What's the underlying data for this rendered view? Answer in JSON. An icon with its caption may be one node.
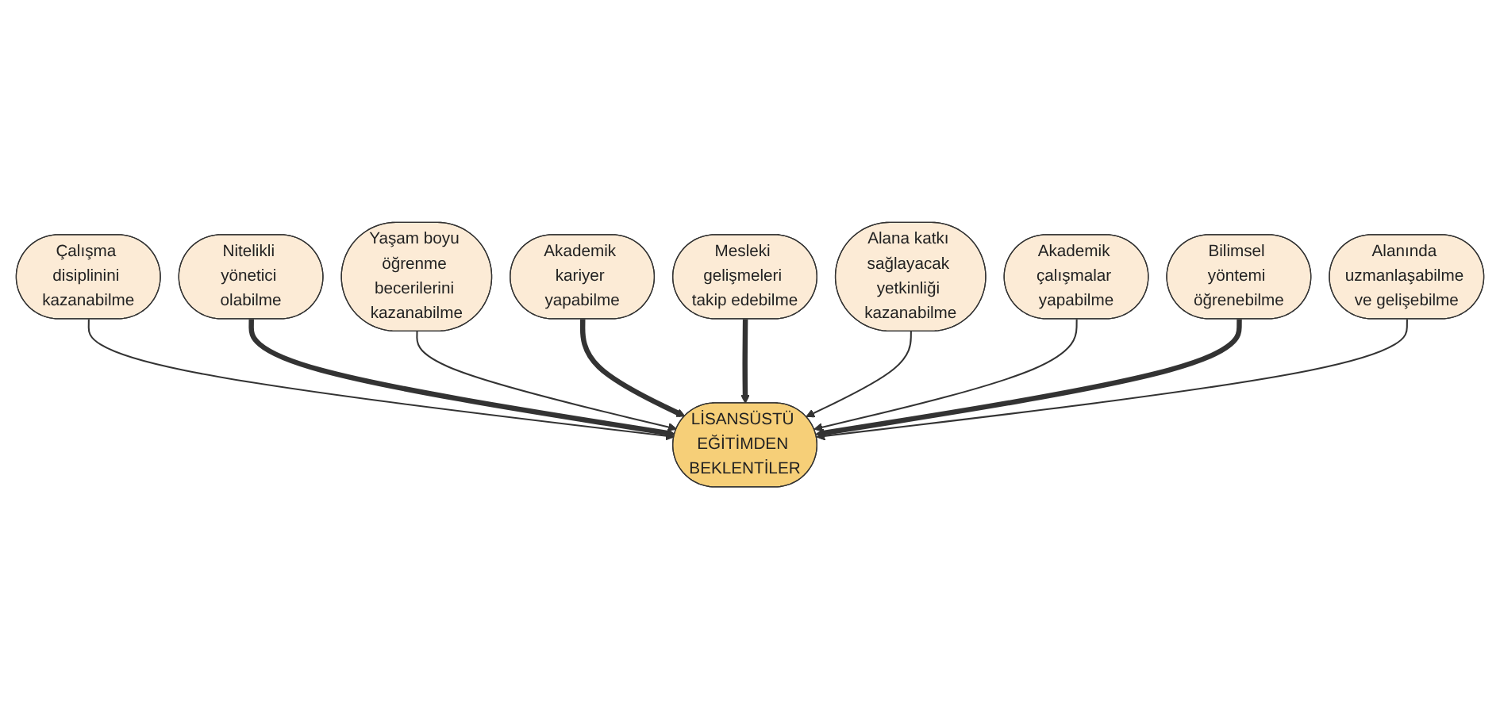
{
  "diagram": {
    "nodes": [
      {
        "text": [
          "Çalışma disiplinini kazanabilme"
        ]
      },
      {
        "text": [
          "Nitelikli yönetici olabilme"
        ]
      },
      {
        "text": [
          "Yaşam boyu öğrenme becerilerini kazanabilme"
        ]
      },
      {
        "text": [
          "Akademik kariyer yapabilme"
        ]
      },
      {
        "text": [
          "Mesleki gelişmeleri takip edebilme"
        ]
      },
      {
        "text": [
          "Alana katkı sağlayacak yetkinliği kazanabilme"
        ]
      },
      {
        "text": [
          "Akademik çalışmalar yapabilme"
        ]
      },
      {
        "text": [
          "LİSANSÜSTÜ EĞİTİMDEN BEKLENTİLER"
        ]
      },
      {
        "text": [
          "Bilimsel yöntemi öğrenebilme"
        ]
      },
      {
        "text": [
          "Alanında uzmanlaşabilme ve gelişebilme"
        ]
      }
    ],
    "edges": [
      {
        "from": 0,
        "to": 7,
        "arrow": "to"
      },
      {
        "from": 1,
        "to": 7,
        "arrow": "to",
        "style": "thick"
      },
      {
        "from": 2,
        "to": 7,
        "arrow": "to"
      },
      {
        "from": 3,
        "to": 7,
        "arrow": "to",
        "style": "thick"
      },
      {
        "from": 4,
        "to": 7,
        "arrow": "to",
        "style": "thick"
      },
      {
        "from": 5,
        "to": 7,
        "arrow": "to"
      },
      {
        "from": 6,
        "to": 7,
        "arrow": "to"
      },
      {
        "from": 8,
        "to": 7,
        "arrow": "to",
        "style": "thick"
      },
      {
        "from": 9,
        "to": 7,
        "arrow": "to"
      }
    ]
  }
}
